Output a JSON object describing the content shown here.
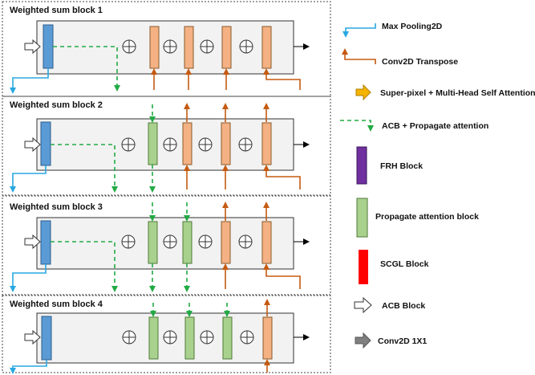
{
  "blocks": [
    {
      "title": "Weighted sum block 1"
    },
    {
      "title": "Weighted sum block 2"
    },
    {
      "title": "Weighted sum block 3"
    },
    {
      "title": "Weighted sum block 4"
    }
  ],
  "legend": {
    "items": [
      {
        "label": "Max Pooling2D",
        "icon": "max-pooling-arrow-icon",
        "color": "#29a8e0"
      },
      {
        "label": "Conv2D Transpose",
        "icon": "conv2d-transpose-arrow-icon",
        "color": "#c55a11"
      },
      {
        "label": "Super-pixel + Multi-Head Self Attention",
        "icon": "super-pixel-arrow-icon",
        "color": "#f5b400"
      },
      {
        "label": "ACB + Propagate attention",
        "icon": "acb-propagate-dashed-arrow-icon",
        "color": "#22aa44"
      },
      {
        "label": "FRH Block",
        "icon": "frh-block-icon",
        "color": "#7030a0"
      },
      {
        "label": "Propagate attention block",
        "icon": "propagate-attention-block-icon",
        "color": "#a9d18e"
      },
      {
        "label": "SCGL Block",
        "icon": "scgl-block-icon",
        "color": "#ff0000"
      },
      {
        "label": "ACB Block",
        "icon": "acb-block-arrow-icon",
        "color": "#ffffff"
      },
      {
        "label": "Conv2D 1X1",
        "icon": "conv2d-1x1-arrow-icon",
        "color": "#808080"
      }
    ]
  },
  "colors": {
    "encoder_block": "#5b9bd5",
    "transpose_block": "#f4b183",
    "propagate_block": "#a9d18e",
    "pool_line": "#29a8e0",
    "transpose_line": "#c55a11",
    "dashed_line": "#22aa44"
  }
}
